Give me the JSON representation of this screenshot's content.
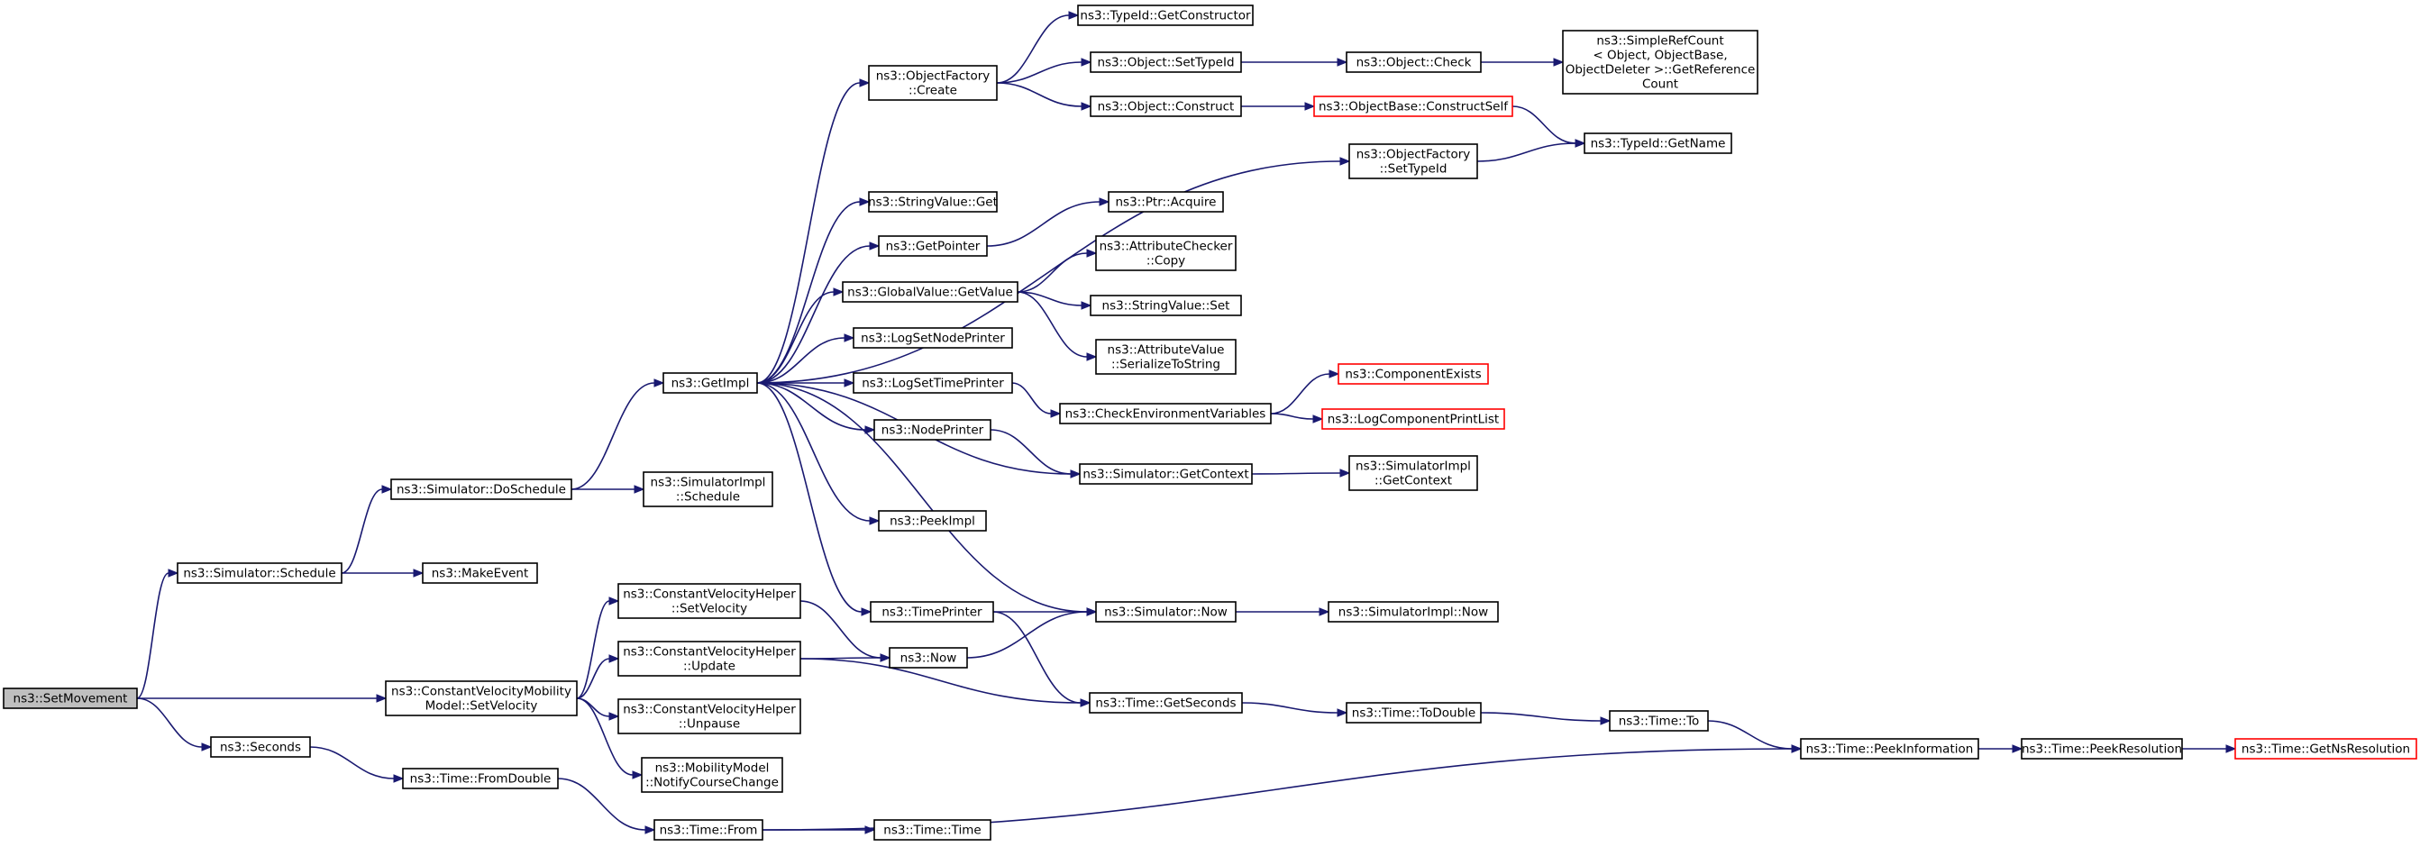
{
  "colors": {
    "edge": "#191970",
    "node_border": "#000000",
    "missing_border": "#ff0000",
    "root_fill": "#bfbfbf"
  },
  "nodes": {
    "setMovement": {
      "lines": [
        "ns3::SetMovement"
      ]
    },
    "schedule": {
      "lines": [
        "ns3::Simulator::Schedule"
      ]
    },
    "cvmSetVelocity": {
      "lines": [
        "ns3::ConstantVelocityMobility",
        "Model::SetVelocity"
      ]
    },
    "seconds": {
      "lines": [
        "ns3::Seconds"
      ]
    },
    "doSchedule": {
      "lines": [
        "ns3::Simulator::DoSchedule"
      ]
    },
    "makeEvent": {
      "lines": [
        "ns3::MakeEvent"
      ]
    },
    "getImpl": {
      "lines": [
        "ns3::GetImpl"
      ]
    },
    "implSchedule": {
      "lines": [
        "ns3::SimulatorImpl",
        "::Schedule"
      ]
    },
    "cvhSetVelocity": {
      "lines": [
        "ns3::ConstantVelocityHelper",
        "::SetVelocity"
      ]
    },
    "cvhUpdate": {
      "lines": [
        "ns3::ConstantVelocityHelper",
        "::Update"
      ]
    },
    "cvhUnpause": {
      "lines": [
        "ns3::ConstantVelocityHelper",
        "::Unpause"
      ]
    },
    "notifyCourse": {
      "lines": [
        "ns3::MobilityModel",
        "::NotifyCourseChange"
      ]
    },
    "fromDouble": {
      "lines": [
        "ns3::Time::FromDouble"
      ]
    },
    "timeFrom": {
      "lines": [
        "ns3::Time::From"
      ]
    },
    "objFactoryCreate": {
      "lines": [
        "ns3::ObjectFactory",
        "::Create"
      ]
    },
    "strValueGet": {
      "lines": [
        "ns3::StringValue::Get"
      ]
    },
    "getPointer": {
      "lines": [
        "ns3::GetPointer"
      ]
    },
    "globalGetValue": {
      "lines": [
        "ns3::GlobalValue::GetValue"
      ]
    },
    "logSetNode": {
      "lines": [
        "ns3::LogSetNodePrinter"
      ]
    },
    "logSetTime": {
      "lines": [
        "ns3::LogSetTimePrinter"
      ]
    },
    "nodePrinter": {
      "lines": [
        "ns3::NodePrinter"
      ]
    },
    "peekImpl": {
      "lines": [
        "ns3::PeekImpl"
      ]
    },
    "timePrinter": {
      "lines": [
        "ns3::TimePrinter"
      ]
    },
    "now": {
      "lines": [
        "ns3::Now"
      ]
    },
    "timeTime": {
      "lines": [
        "ns3::Time::Time"
      ]
    },
    "getConstructor": {
      "lines": [
        "ns3::TypeId::GetConstructor"
      ]
    },
    "objSetTypeId": {
      "lines": [
        "ns3::Object::SetTypeId"
      ]
    },
    "objConstruct": {
      "lines": [
        "ns3::Object::Construct"
      ]
    },
    "ptrAcquire": {
      "lines": [
        "ns3::Ptr::Acquire"
      ]
    },
    "attrCheckerCopy": {
      "lines": [
        "ns3::AttributeChecker",
        "::Copy"
      ]
    },
    "strValueSet": {
      "lines": [
        "ns3::StringValue::Set"
      ]
    },
    "attrValueSer": {
      "lines": [
        "ns3::AttributeValue",
        "::SerializeToString"
      ]
    },
    "checkEnv": {
      "lines": [
        "ns3::CheckEnvironmentVariables"
      ]
    },
    "simGetContext": {
      "lines": [
        "ns3::Simulator::GetContext"
      ]
    },
    "simNow": {
      "lines": [
        "ns3::Simulator::Now"
      ]
    },
    "getSeconds": {
      "lines": [
        "ns3::Time::GetSeconds"
      ]
    },
    "objCheck": {
      "lines": [
        "ns3::Object::Check"
      ]
    },
    "objBaseConstruct": {
      "lines": [
        "ns3::ObjectBase::ConstructSelf"
      ],
      "missing": true
    },
    "ofSetTypeId": {
      "lines": [
        "ns3::ObjectFactory",
        "::SetTypeId"
      ]
    },
    "componentExists": {
      "lines": [
        "ns3::ComponentExists"
      ],
      "missing": true
    },
    "logCompPrint": {
      "lines": [
        "ns3::LogComponentPrintList"
      ],
      "missing": true
    },
    "implGetContext": {
      "lines": [
        "ns3::SimulatorImpl",
        "::GetContext"
      ]
    },
    "implNow": {
      "lines": [
        "ns3::SimulatorImpl::Now"
      ]
    },
    "toDouble": {
      "lines": [
        "ns3::Time::ToDouble"
      ]
    },
    "refCount": {
      "lines": [
        "ns3::SimpleRefCount",
        "< Object, ObjectBase,",
        "ObjectDeleter >::GetReference",
        "Count"
      ]
    },
    "typeIdGetName": {
      "lines": [
        "ns3::TypeId::GetName"
      ]
    },
    "timeTo": {
      "lines": [
        "ns3::Time::To"
      ]
    },
    "peekInfo": {
      "lines": [
        "ns3::Time::PeekInformation"
      ]
    },
    "peekRes": {
      "lines": [
        "ns3::Time::PeekResolution"
      ]
    },
    "getNsRes": {
      "lines": [
        "ns3::Time::GetNsResolution"
      ],
      "missing": true
    }
  },
  "edges": [
    [
      "setMovement",
      "schedule"
    ],
    [
      "setMovement",
      "cvmSetVelocity"
    ],
    [
      "setMovement",
      "seconds"
    ],
    [
      "schedule",
      "doSchedule"
    ],
    [
      "schedule",
      "makeEvent"
    ],
    [
      "doSchedule",
      "getImpl"
    ],
    [
      "doSchedule",
      "implSchedule"
    ],
    [
      "getImpl",
      "objFactoryCreate"
    ],
    [
      "getImpl",
      "ofSetTypeId"
    ],
    [
      "getImpl",
      "strValueGet"
    ],
    [
      "getImpl",
      "getPointer"
    ],
    [
      "getImpl",
      "globalGetValue"
    ],
    [
      "getImpl",
      "logSetNode"
    ],
    [
      "getImpl",
      "logSetTime"
    ],
    [
      "getImpl",
      "nodePrinter"
    ],
    [
      "getImpl",
      "simGetContext"
    ],
    [
      "getImpl",
      "peekImpl"
    ],
    [
      "getImpl",
      "simNow"
    ],
    [
      "getImpl",
      "timePrinter"
    ],
    [
      "objFactoryCreate",
      "getConstructor"
    ],
    [
      "objFactoryCreate",
      "objSetTypeId"
    ],
    [
      "objFactoryCreate",
      "objConstruct"
    ],
    [
      "objSetTypeId",
      "objCheck"
    ],
    [
      "objCheck",
      "refCount"
    ],
    [
      "objConstruct",
      "objBaseConstruct"
    ],
    [
      "objBaseConstruct",
      "typeIdGetName"
    ],
    [
      "ofSetTypeId",
      "typeIdGetName"
    ],
    [
      "getPointer",
      "ptrAcquire"
    ],
    [
      "globalGetValue",
      "attrCheckerCopy"
    ],
    [
      "globalGetValue",
      "strValueSet"
    ],
    [
      "globalGetValue",
      "attrValueSer"
    ],
    [
      "logSetTime",
      "checkEnv"
    ],
    [
      "checkEnv",
      "componentExists"
    ],
    [
      "checkEnv",
      "logCompPrint"
    ],
    [
      "nodePrinter",
      "simGetContext"
    ],
    [
      "simGetContext",
      "implGetContext"
    ],
    [
      "timePrinter",
      "simNow"
    ],
    [
      "timePrinter",
      "getSeconds"
    ],
    [
      "simNow",
      "implNow"
    ],
    [
      "cvmSetVelocity",
      "cvhSetVelocity"
    ],
    [
      "cvmSetVelocity",
      "cvhUpdate"
    ],
    [
      "cvmSetVelocity",
      "cvhUnpause"
    ],
    [
      "cvmSetVelocity",
      "notifyCourse"
    ],
    [
      "cvhSetVelocity",
      "now"
    ],
    [
      "cvhUpdate",
      "now"
    ],
    [
      "cvhUpdate",
      "getSeconds"
    ],
    [
      "now",
      "simNow"
    ],
    [
      "getSeconds",
      "toDouble"
    ],
    [
      "toDouble",
      "timeTo"
    ],
    [
      "timeTo",
      "peekInfo"
    ],
    [
      "peekInfo",
      "peekRes"
    ],
    [
      "peekRes",
      "getNsRes"
    ],
    [
      "seconds",
      "fromDouble"
    ],
    [
      "fromDouble",
      "timeFrom"
    ],
    [
      "timeFrom",
      "peekInfo"
    ],
    [
      "timeFrom",
      "timeTime"
    ]
  ]
}
